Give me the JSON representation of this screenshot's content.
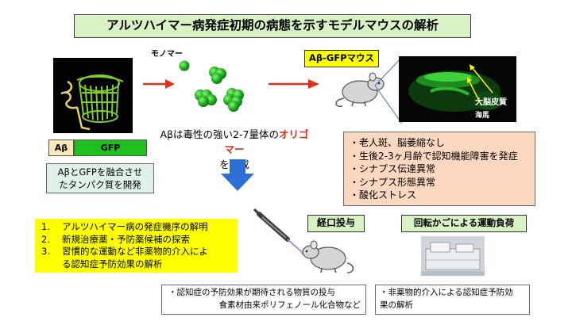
{
  "title": "アルツハイマー病発症初期の病態を示すモデルマウスの解析",
  "fusion": {
    "ab": "Aβ",
    "gfp": "GFP",
    "note_line1": "AβとGFPを融合させ",
    "note_line2": "たタンパク質を開発"
  },
  "monomer_label": "モノマー",
  "oligomer": {
    "prefix": "Aβは毒性の強い2-7量体の",
    "highlight": "オリゴマー",
    "suffix": "を形成"
  },
  "mouse_label": "Aβ-GFPマウス",
  "brain_labels": {
    "cortex": "大脳皮質",
    "hippocampus": "海馬"
  },
  "phenotypes": [
    "・老人斑、脳萎縮なし",
    "・生後2-3ヶ月齢で認知機能障害を発症",
    "・シナプス伝達異常",
    "・シナプス形態異常",
    "・酸化ストレス"
  ],
  "goals": [
    {
      "num": "1.",
      "lines": [
        "アルツハイマー病の発症機序の解明"
      ]
    },
    {
      "num": "2.",
      "lines": [
        "新規治療薬・予防薬候補の探索"
      ]
    },
    {
      "num": "3.",
      "lines": [
        "習慣的な運動など非薬物的介入によ",
        "る認知症予防効果の解析"
      ]
    }
  ],
  "oral_label": "経口投与",
  "wheel_label": "回転かごによる運動負荷",
  "food_note": {
    "line1": "・認知症の予防効果が期待される物質の投与",
    "line2": "食素材由来ポリフェノール化合物など"
  },
  "exercise_note": {
    "line1": "・非薬物的介入による認知症予防効",
    "line2": "果の解析"
  },
  "colors": {
    "title_bg": "#d9f2c4",
    "highlight_yellow": "#ffff00",
    "oligomer_red": "#e02b18",
    "arrow_red": "#e53019",
    "arrow_blue": "#2e6fd6",
    "gfp_green": "#1fbf1f",
    "phenotype_bg": "#fbd8bf",
    "fusion_note_bg": "#e1f3e9"
  }
}
